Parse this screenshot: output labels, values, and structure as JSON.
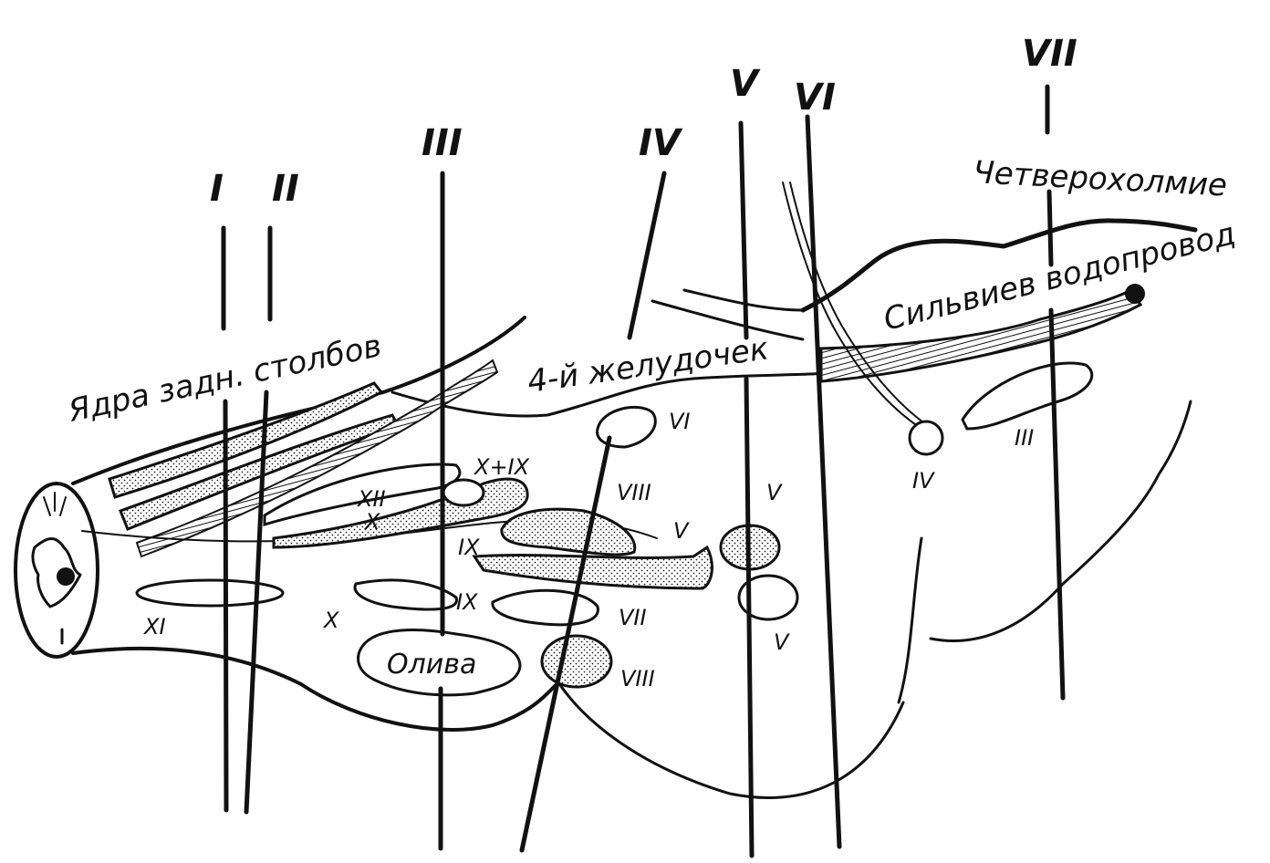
{
  "figure": {
    "section_labels": [
      "I",
      "II",
      "III",
      "IV",
      "V",
      "VI",
      "VII"
    ],
    "region_labels": {
      "nuclei_posterior_columns": "Ядра задн. столбов",
      "fourth_ventricle": "4-й желудочек",
      "quadrigemina": "Четверохолмие",
      "aqueduct": "Сильвиев водопровод",
      "olive": "Олива"
    },
    "nucleus_labels": {
      "xi": "XI",
      "xii": "XII",
      "x_upper": "X",
      "x_plus_ix": "X+IX",
      "ix_upper": "IX",
      "x_lower": "X",
      "ix_lower": "IX",
      "vi": "VI",
      "viii_upper": "VIII",
      "v_a": "V",
      "v_b": "V",
      "vii": "VII",
      "viii_lower": "VIII",
      "v_c": "V",
      "iv": "IV",
      "iii": "III"
    }
  }
}
